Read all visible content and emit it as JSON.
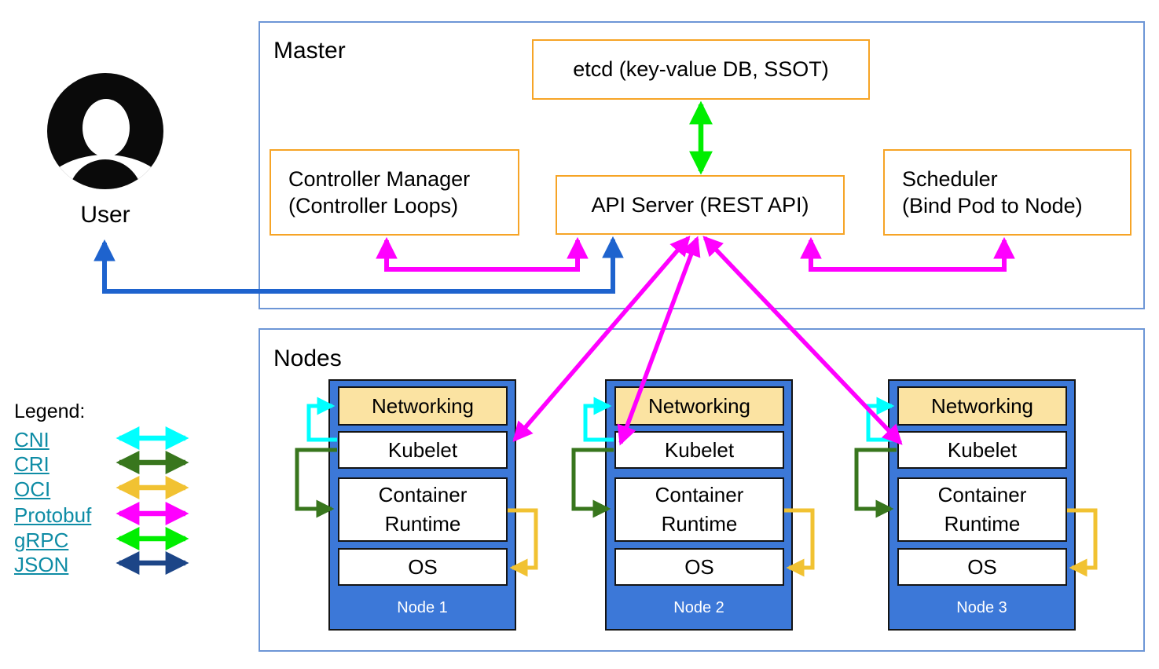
{
  "user": {
    "label": "User"
  },
  "master": {
    "label": "Master",
    "etcd": "etcd (key-value DB, SSOT)",
    "api_server": "API Server (REST API)",
    "controller_manager": [
      "Controller Manager",
      "(Controller Loops)"
    ],
    "scheduler": [
      "Scheduler",
      "(Bind Pod to Node)"
    ]
  },
  "nodes_group": {
    "label": "Nodes"
  },
  "node_components": {
    "networking": "Networking",
    "kubelet": "Kubelet",
    "container_runtime": [
      "Container",
      "Runtime"
    ],
    "os": "OS"
  },
  "nodes": [
    {
      "name": "Node 1"
    },
    {
      "name": "Node 2"
    },
    {
      "name": "Node 3"
    }
  ],
  "legend": {
    "title": "Legend:",
    "items": [
      {
        "label": "CNI",
        "color": "#00FFFF"
      },
      {
        "label": "CRI",
        "color": "#38761D"
      },
      {
        "label": "OCI",
        "color": "#F1C232"
      },
      {
        "label": "Protobuf",
        "color": "#FF00FF"
      },
      {
        "label": "gRPC",
        "color": "#00EE00"
      },
      {
        "label": "JSON",
        "color": "#1C4587"
      }
    ]
  },
  "colors": {
    "protobuf_arrow": "#FF00FF",
    "grpc_arrow": "#00EE00",
    "user_json_arrow": "#1E63CE",
    "cni_arrow": "#00FFFF",
    "cri_arrow": "#38761D",
    "oci_arrow": "#F1C232",
    "json_legend_arrow": "#1C4587",
    "orange_box_border": "#F6A426",
    "group_box_border": "#6D96D6",
    "node_fill": "#3C78D8",
    "networking_fill": "#FBE3A2",
    "legend_link": "#0E8CA5"
  }
}
